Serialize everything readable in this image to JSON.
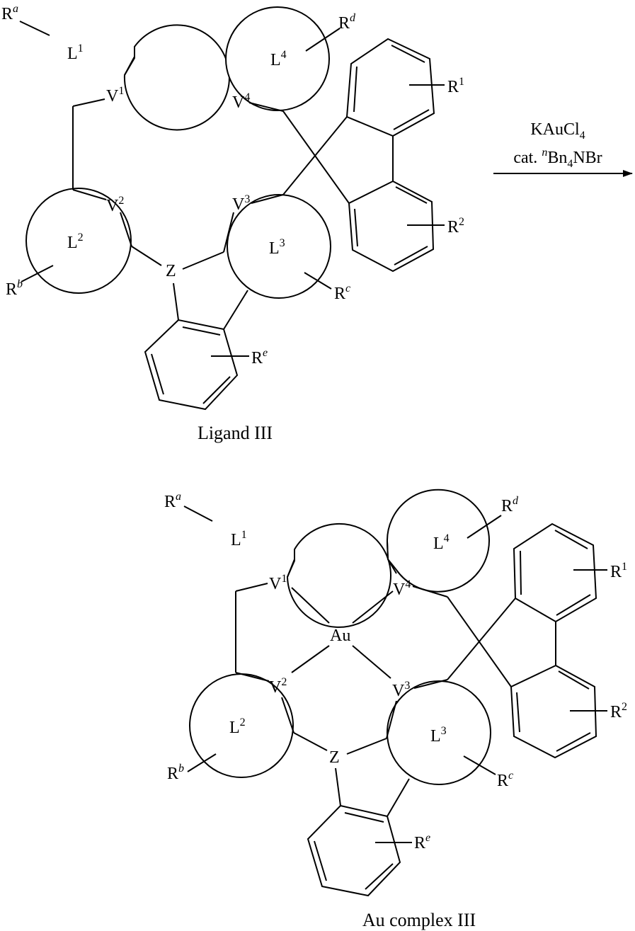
{
  "reagents": {
    "line1_main": "KAuCl",
    "line1_sub": "4",
    "line2_prefix": "cat. ",
    "line2_sup": "n",
    "line2_main": "Bn",
    "line2_sub": "4",
    "line2_suffix": "NBr"
  },
  "captions": {
    "top": "Ligand III",
    "bottom": "Au complex III"
  },
  "labels": {
    "L": "L",
    "V": "V",
    "R": "R",
    "Z": "Z",
    "Au": "Au",
    "sup1": "1",
    "sup2": "2",
    "sup3": "3",
    "sup4": "4",
    "supa": "a",
    "supb": "b",
    "supc": "c",
    "supd": "d",
    "supe": "e"
  }
}
